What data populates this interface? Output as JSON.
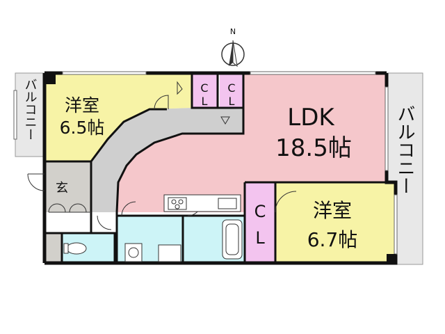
{
  "compass": {
    "north_label": "N"
  },
  "rooms": {
    "western_room_1": {
      "name": "洋室",
      "size": "6.5帖"
    },
    "ldk": {
      "name": "LDK",
      "size": "18.5帖"
    },
    "western_room_2": {
      "name": "洋室",
      "size": "6.7帖"
    },
    "entrance": {
      "name": "玄"
    },
    "closet_1": {
      "line1": "C",
      "line2": "L"
    },
    "closet_2": {
      "line1": "C",
      "line2": "L"
    },
    "closet_3": {
      "line1": "C",
      "line2": "L"
    }
  },
  "balconies": {
    "west": {
      "label": "バルコニー"
    },
    "east": {
      "label": "バルコニー"
    }
  },
  "colors": {
    "western_room": "#f7f3a6",
    "ldk": "#f5c7cb",
    "closet": "#f3c4ef",
    "wet_area": "#cdf4f7",
    "corridor": "#cfcfcf",
    "entrance": "#d2d0cb",
    "balcony": "#e8e8e8",
    "wall": "#111111"
  }
}
